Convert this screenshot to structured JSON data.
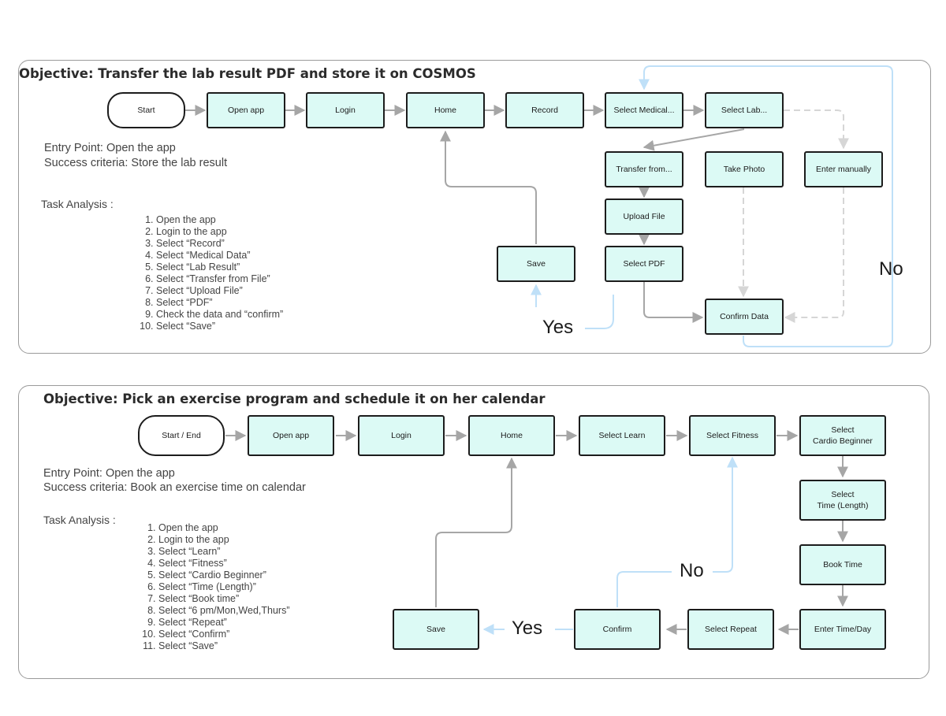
{
  "flow1": {
    "title": "Objective: Transfer the lab result PDF and store it on COSMOS",
    "entry_point": "Entry Point: Open the app",
    "success": "Success criteria: Store the lab result",
    "task_heading": "Task Analysis :",
    "steps": [
      "Open the app",
      "Login to the app",
      "Select “Record”",
      "Select “Medical Data”",
      "Select “Lab Result”",
      "Select “Transfer from File”",
      "Select “Upload File”",
      "Select “PDF”",
      "Check the data and “confirm”",
      "Select “Save”"
    ],
    "nodes": {
      "start": "Start",
      "open_app": "Open  app",
      "login": "Login",
      "home": "Home",
      "record": "Record",
      "select_medical": "Select Medical...",
      "select_lab": "Select Lab...",
      "transfer_from": "Transfer from...",
      "take_photo": "Take Photo",
      "enter_manually": "Enter manually",
      "upload_file": "Upload File",
      "select_pdf": "Select PDF",
      "save": "Save",
      "confirm_data": "Confirm Data"
    },
    "yes_label": "Yes",
    "no_label": "No"
  },
  "flow2": {
    "title": "Objective: Pick an exercise program and schedule it on her calendar",
    "entry_point": "Entry Point: Open the app",
    "success": "Success criteria: Book an exercise time on calendar",
    "task_heading": "Task Analysis :",
    "steps": [
      "Open the app",
      "Login to the app",
      "Select “Learn”",
      "Select “Fitness”",
      "Select “Cardio Beginner”",
      "Select “Time (Length)”",
      "Select “Book time”",
      "Select “6 pm/Mon,Wed,Thurs”",
      "Select “Repeat”",
      "Select “Confirm”",
      "Select “Save”"
    ],
    "nodes": {
      "start_end": "Start / End",
      "open_app": "Open  app",
      "login": "Login",
      "home": "Home",
      "select_learn": "Select Learn",
      "select_fitness": "Select Fitness",
      "select_cardio_1": "Select",
      "select_cardio_2": "Cardio Beginner",
      "select_time_1": "Select",
      "select_time_2": "Time (Length)",
      "book_time": "Book Time",
      "enter_time_day": "Enter Time/Day",
      "select_repeat": "Select Repeat",
      "confirm": "Confirm",
      "save": "Save"
    },
    "yes_label": "Yes",
    "no_label": "No"
  },
  "colors": {
    "node_fill": "#dcfaf5",
    "node_border": "#1c1c1c",
    "arrow_gray": "#a6a6a6",
    "arrow_dashed": "#d6d6d6",
    "arrow_blue": "#bfe0f8"
  }
}
